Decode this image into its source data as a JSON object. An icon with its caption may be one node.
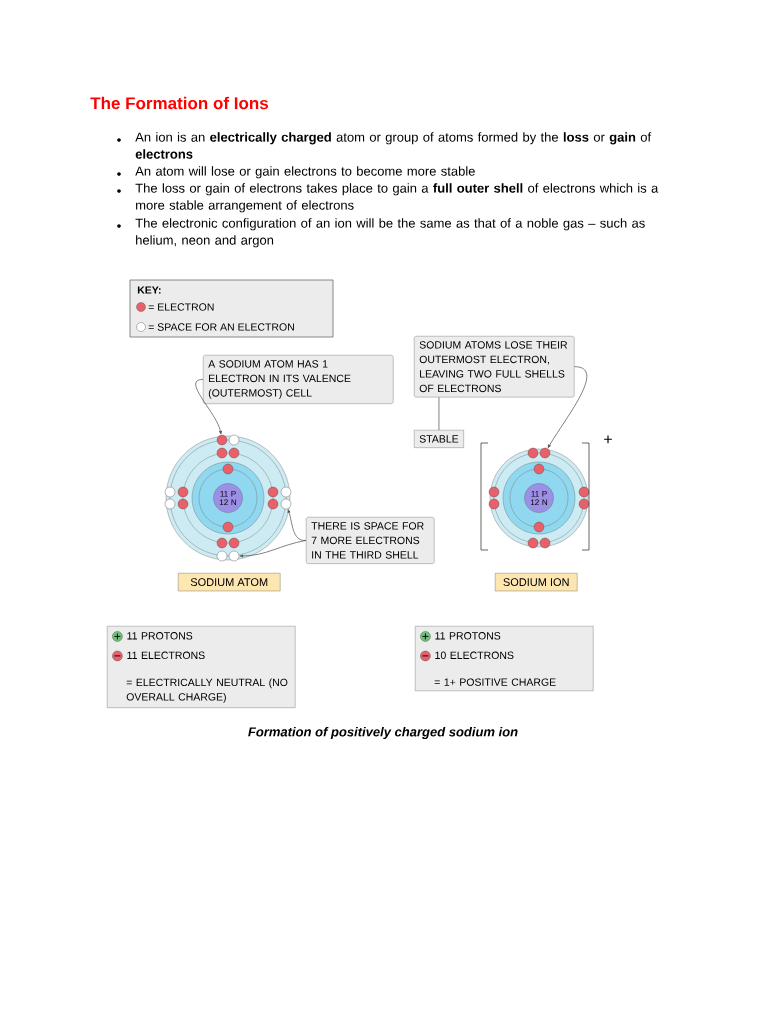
{
  "diagram": {
    "title": "The Formation of Ions",
    "caption": "Formation of positively charged sodium ion",
    "nodes": [
      {
        "text": [
          "A SODIUM ATOM HAS 1 ELECTRON IN ITS VALENCE (OUTERMOST) CELL"
        ]
      },
      {
        "text": [
          "SODIUM ATOMS LOSE THEIR OUTERMOST ELECTRON, LEAVING TWO FULL SHELLS OF ELECTRONS"
        ]
      },
      {
        "text": [
          "STABLE"
        ]
      },
      {
        "text": [
          "11 P 12 N"
        ]
      },
      {
        "text": [],
        "shape": "circle"
      },
      {
        "text": [],
        "shape": "circle"
      },
      {
        "text": [],
        "shape": "circle"
      },
      {
        "text": [
          "THERE IS SPACE FOR 7 MORE ELECTRONS IN THE THIRD SHELL"
        ]
      },
      {
        "text": [
          "SODIUM ATOM"
        ]
      },
      {
        "text": [
          "11 P 12 N"
        ]
      },
      {
        "text": [],
        "shape": "circle"
      },
      {
        "text": [
          "SODIUM ION"
        ]
      },
      {
        "text": [
          "11 PROTONS",
          "11 ELECTRONS",
          "= ELECTRICALLY NEUTRAL (NO OVERALL CHARGE)"
        ]
      },
      {
        "text": [
          "11 PROTONS",
          "10 ELECTRONS",
          "= 1+ POSITIVE CHARGE"
        ]
      }
    ],
    "edges": [
      {
        "from": 0,
        "to": 4,
        "arrow": "to"
      },
      {
        "from": 1,
        "to": 10,
        "arrow": "to"
      },
      {
        "from": 7,
        "to": 5,
        "arrow": "to"
      },
      {
        "from": 7,
        "to": 6,
        "arrow": "to"
      },
      {
        "from": 1,
        "to": 2,
        "arrow": "none"
      }
    ],
    "labels": [
      "An ion is an **electrically charged** atom or group of atoms formed by the **loss** or **gain** of **electrons**",
      "An atom will lose or gain electrons to become more stable",
      "The loss or gain of electrons takes place to gain a **full outer shell** of electrons which is a more stable arrangement of electrons",
      "The electronic configuration of an ion will be the same as that of a noble gas – such as helium, neon and argon",
      "KEY:",
      "+"
    ],
    "legend": [
      {
        "text": "= ELECTRON",
        "color": "#e8606a"
      },
      {
        "text": "= SPACE FOR AN ELECTRON",
        "color": "#ffffff"
      }
    ]
  }
}
